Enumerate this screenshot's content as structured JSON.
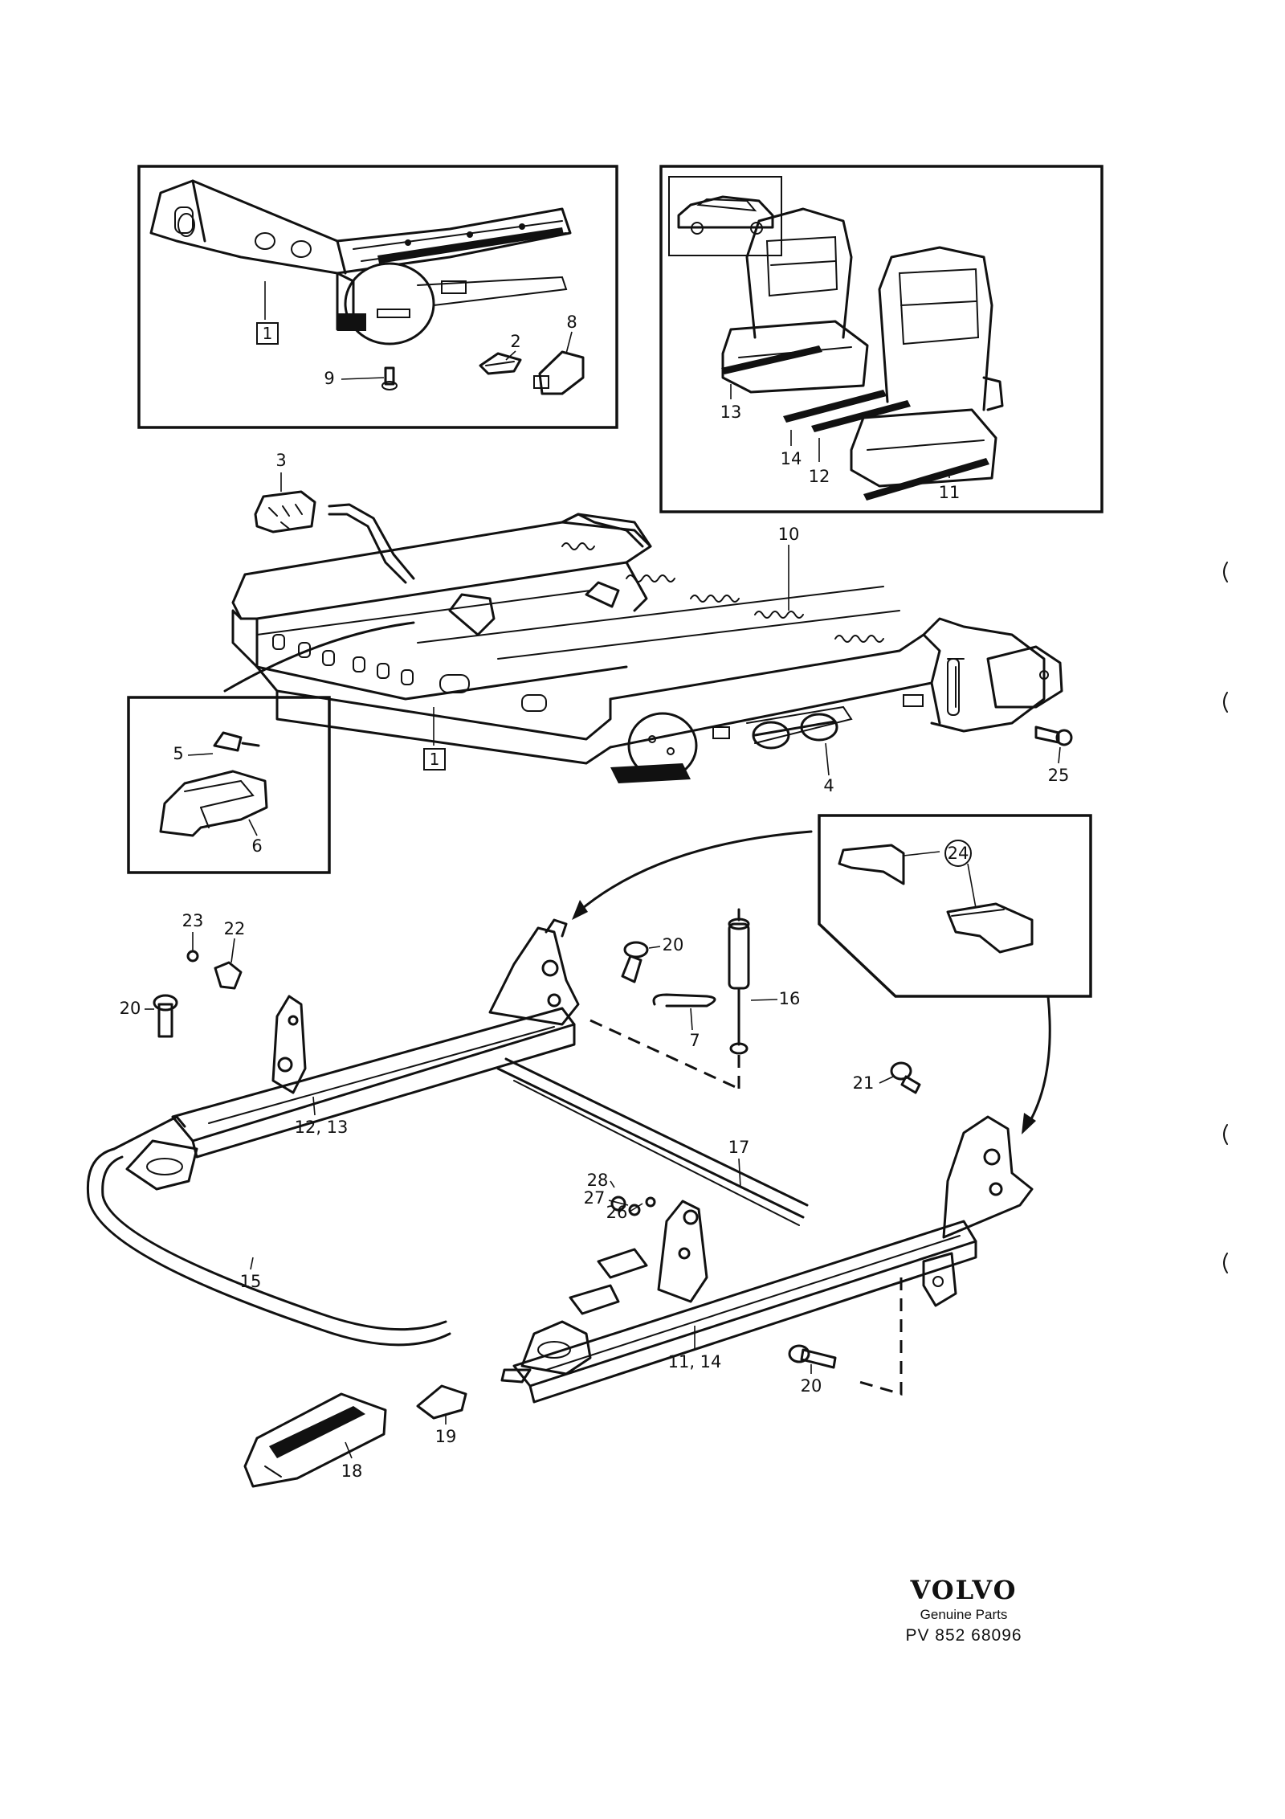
{
  "callouts": {
    "c1_top": "1",
    "c2": "2",
    "c8": "8",
    "c9": "9",
    "c13_seat": "13",
    "c14_seat": "14",
    "c12_seat": "12",
    "c11_seat": "11",
    "c3": "3",
    "c10": "10",
    "c1_mid": "1",
    "c4": "4",
    "c25": "25",
    "c5": "5",
    "c6": "6",
    "c24": "24",
    "c23": "23",
    "c22": "22",
    "c20_a": "20",
    "c20_b": "20",
    "c16": "16",
    "c7": "7",
    "c12_13": "12, 13",
    "c21": "21",
    "c17": "17",
    "c28": "28",
    "c27": "27",
    "c26": "26",
    "c15": "15",
    "c11_14": "11, 14",
    "c20_c": "20",
    "c19": "19",
    "c18": "18"
  },
  "branding": {
    "logo_text": "VOLVO",
    "subtitle": "Genuine Parts",
    "part_number": "PV 852 68096"
  }
}
